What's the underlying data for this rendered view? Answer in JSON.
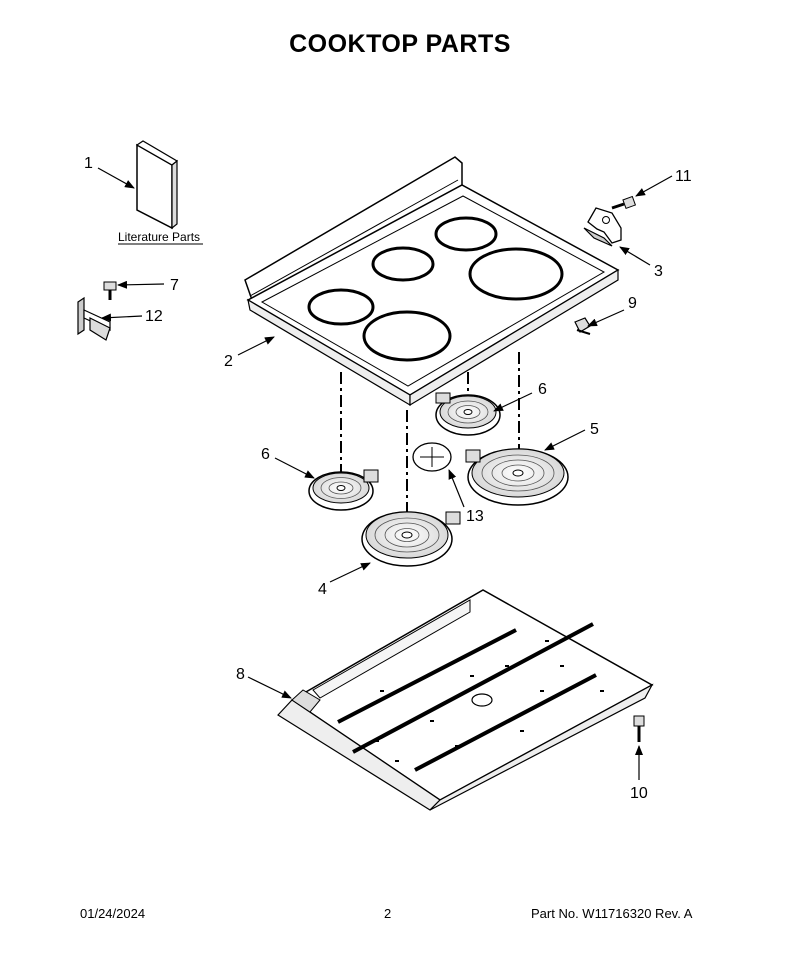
{
  "title": "COOKTOP PARTS",
  "literature_label": "Literature Parts",
  "callouts": {
    "c1": "1",
    "c2": "2",
    "c3": "3",
    "c4": "4",
    "c5": "5",
    "c6a": "6",
    "c6b": "6",
    "c7": "7",
    "c8": "8",
    "c9": "9",
    "c10": "10",
    "c11": "11",
    "c12": "12",
    "c13": "13"
  },
  "footer": {
    "date": "01/24/2024",
    "page": "2",
    "part_no": "Part No.  W11716320  Rev.  A"
  }
}
